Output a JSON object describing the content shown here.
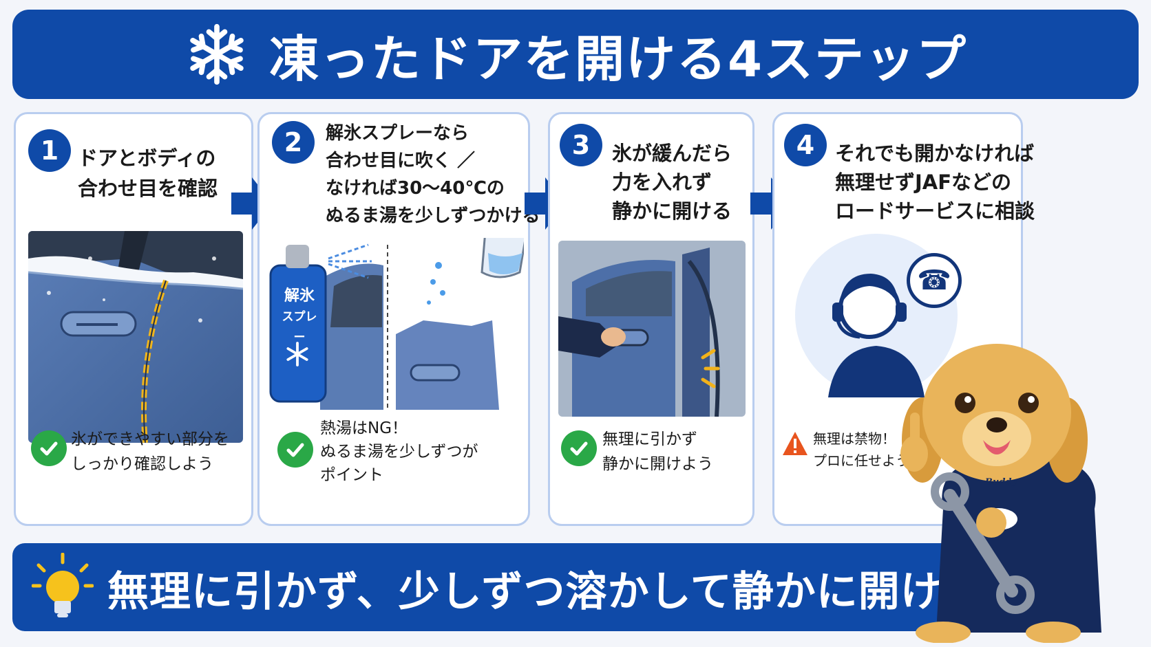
{
  "header": {
    "title": "凍ったドアを開ける4ステップ",
    "icon": "snowflake-icon"
  },
  "steps": [
    {
      "number": "1",
      "title_lines": [
        "ドアとボディの",
        "合わせ目を確認"
      ],
      "note_lines": [
        "氷ができやすい部分を",
        "しっかり確認しよう"
      ],
      "note_icon": "check-icon"
    },
    {
      "number": "2",
      "title_lines": [
        "解氷スプレーなら",
        "合わせ目に吹く ／",
        "なければ30〜40℃の",
        "ぬるま湯を少しずつかける"
      ],
      "spray_label": [
        "解氷",
        "スプレー"
      ],
      "note_lines": [
        "熱湯はNG！",
        "ぬるま湯を少しずつが",
        "ポイント"
      ],
      "note_icon": "check-icon"
    },
    {
      "number": "3",
      "title_lines": [
        "氷が緩んだら",
        "力を入れず",
        "静かに開ける"
      ],
      "note_lines": [
        "無理に引かず",
        "静かに開けよう"
      ],
      "note_icon": "check-icon"
    },
    {
      "number": "4",
      "title_lines": [
        "それでも開かなければ",
        "無理せずJAFなどの",
        "ロードサービスに相談"
      ],
      "note_lines": [
        "無理は禁物！",
        "プロに任せよう"
      ],
      "note_icon": "warning-icon"
    }
  ],
  "footer": {
    "text": "無理に引かず、少しずつ溶かして静かに開けよう",
    "icon": "lightbulb-icon"
  },
  "mascot": {
    "badge": "Buddy"
  },
  "colors": {
    "primary": "#0f4aa8",
    "check": "#2aa847",
    "warning": "#e8541e",
    "highlight": "#f2b21a"
  }
}
